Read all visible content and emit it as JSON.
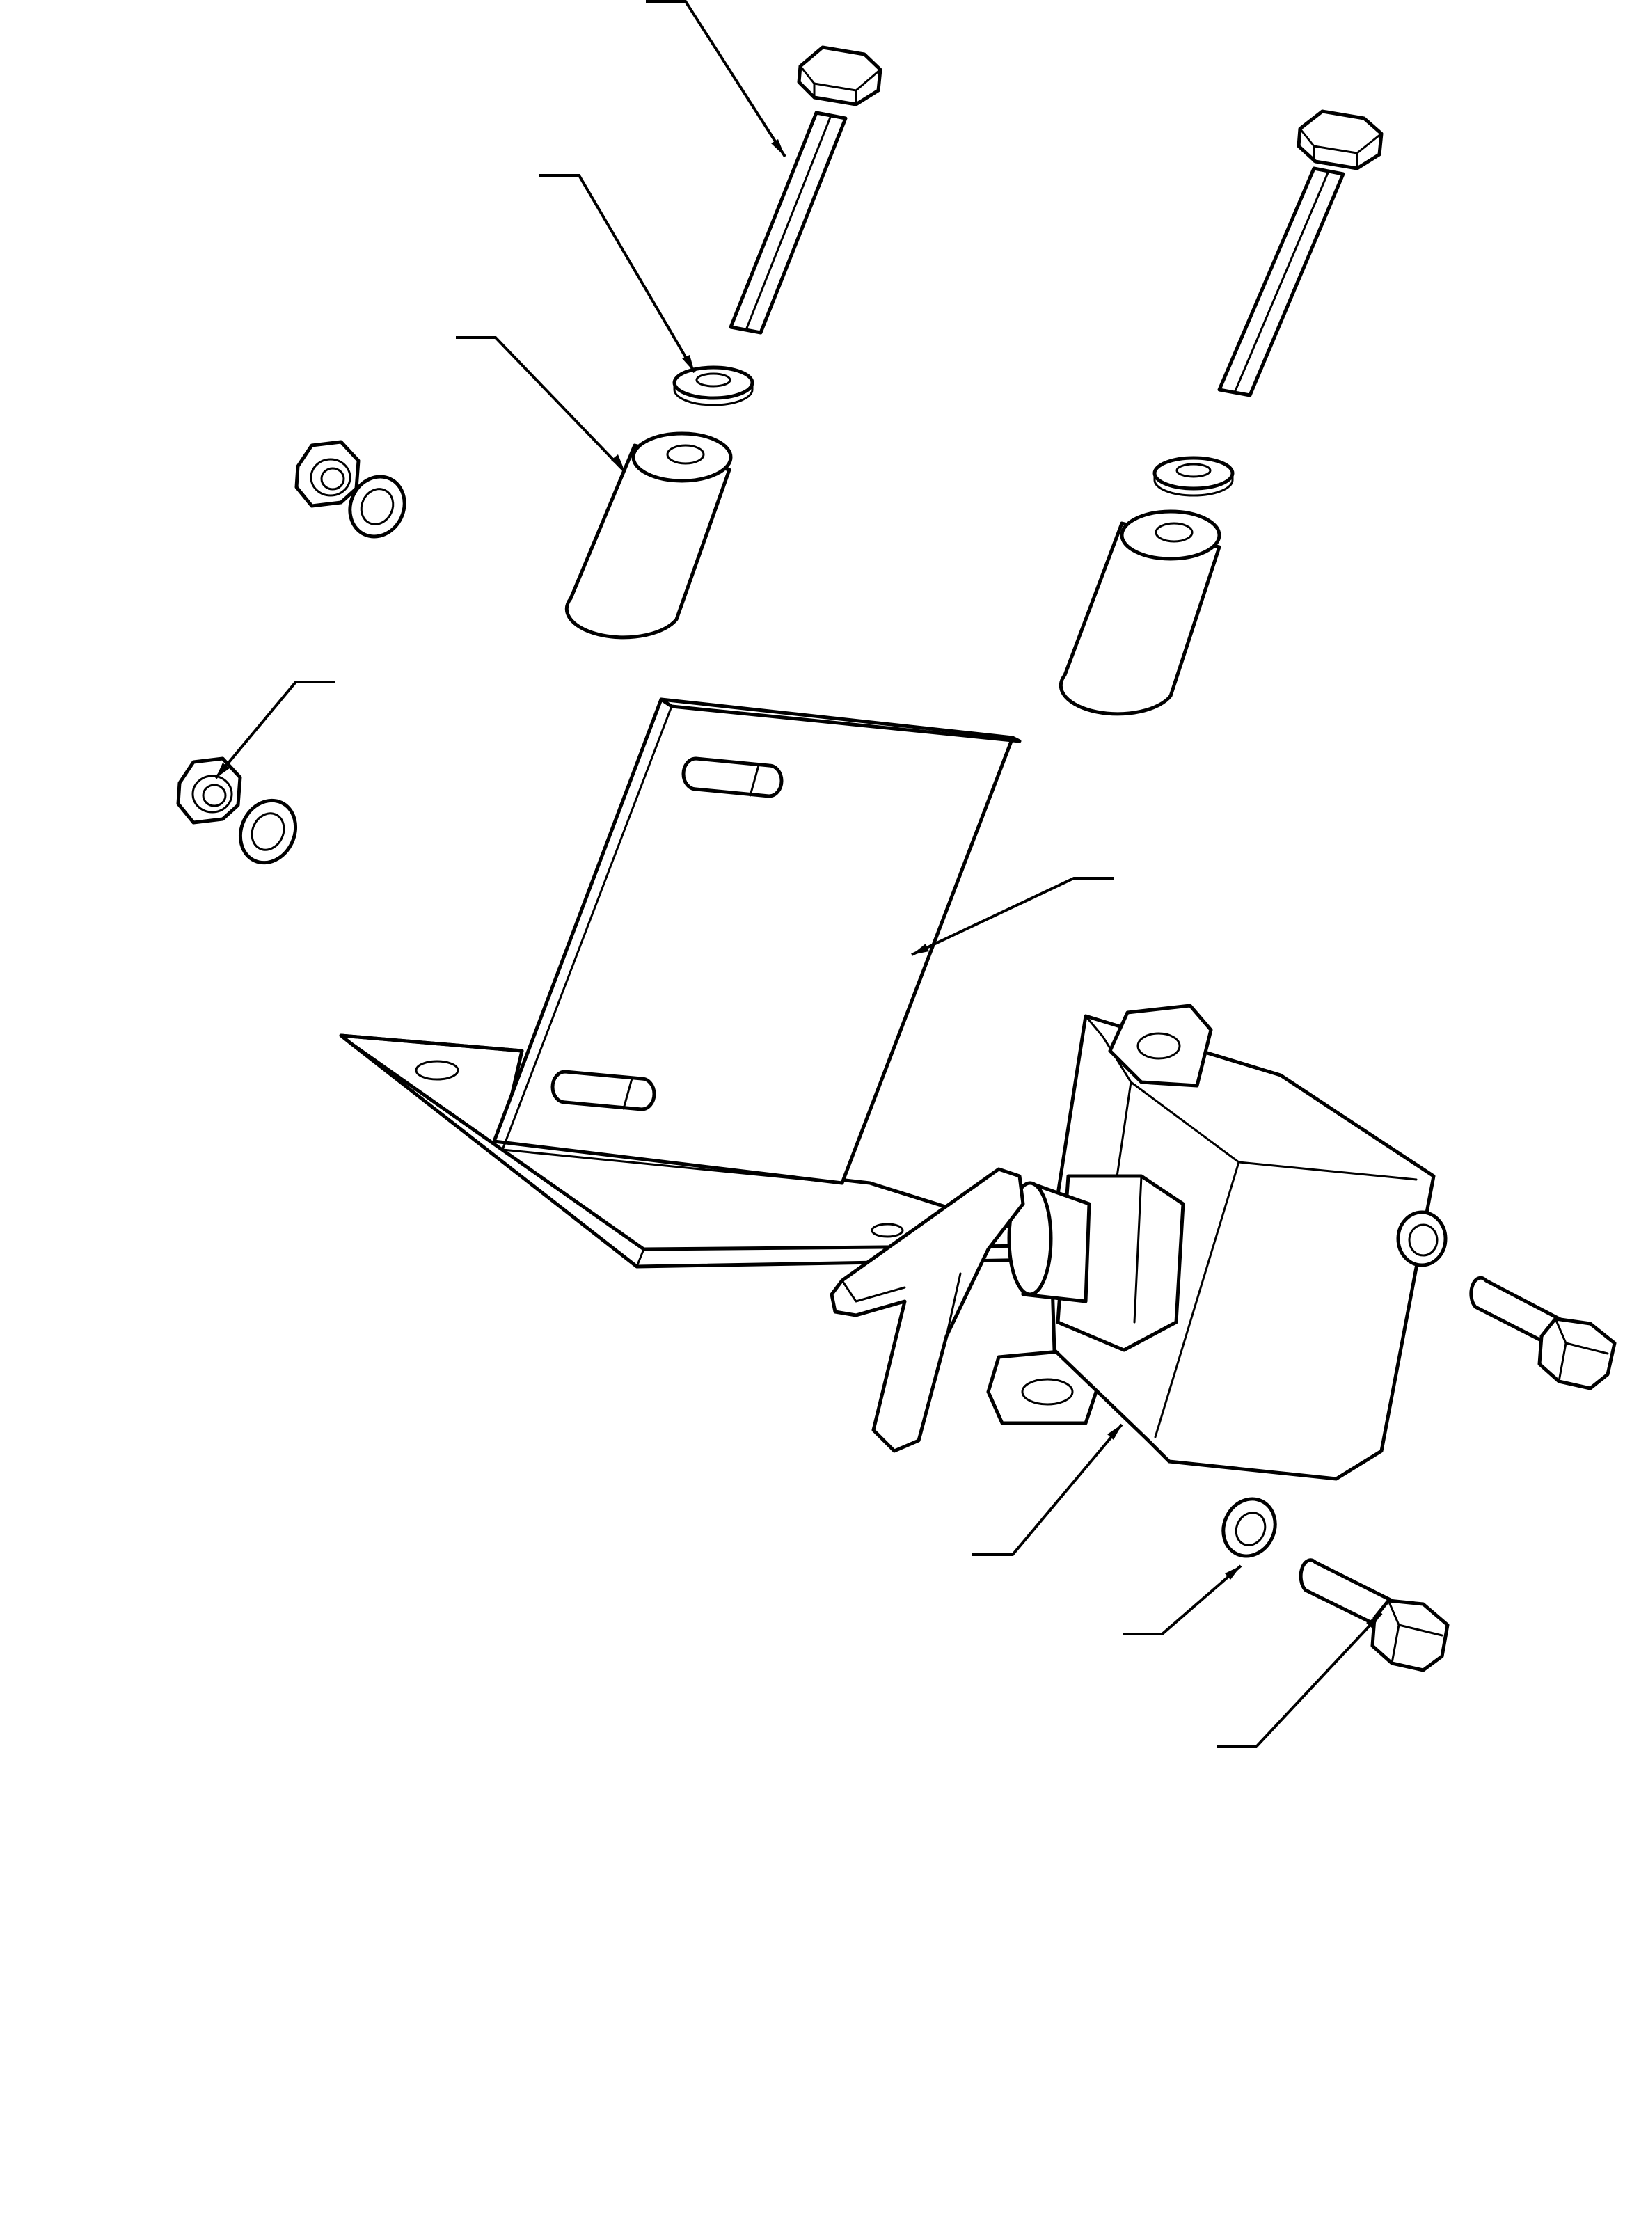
{
  "figure": {
    "kind": "exploded-parts-diagram",
    "line_color": "#000000",
    "background_color": "#ffffff",
    "parts": [
      {
        "name": "hex-bolt-long-left"
      },
      {
        "name": "hex-bolt-long-right"
      },
      {
        "name": "flat-washer-top-left"
      },
      {
        "name": "flat-washer-top-right"
      },
      {
        "name": "spacer-sleeve-left"
      },
      {
        "name": "spacer-sleeve-right"
      },
      {
        "name": "hex-nut-upper"
      },
      {
        "name": "washer-upper"
      },
      {
        "name": "hex-nut-lower"
      },
      {
        "name": "washer-lower"
      },
      {
        "name": "mounting-bracket"
      },
      {
        "name": "actuator-assembly"
      },
      {
        "name": "hex-bolt-short-right"
      },
      {
        "name": "hex-bolt-short-bottom"
      },
      {
        "name": "washer-small-bottom"
      }
    ],
    "callout_labels": []
  }
}
